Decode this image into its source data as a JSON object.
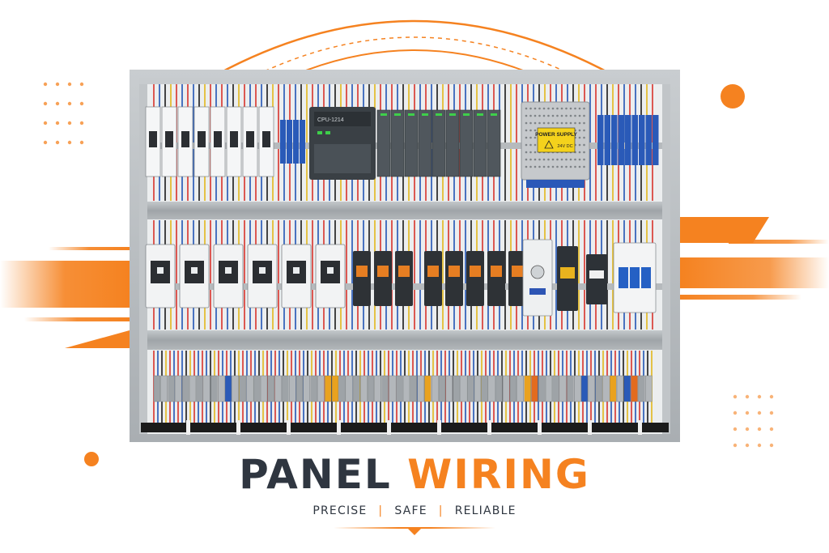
{
  "headline": {
    "word1": "PANEL",
    "word2": "WIRING"
  },
  "tagline": {
    "item1": "PRECISE",
    "item2": "SAFE",
    "item3": "RELIABLE",
    "separator": "|"
  },
  "labels": {
    "plc_cpu": "CPU-1214",
    "power_supply_title": "POWER SUPPLY",
    "power_supply_voltage": "24V DC"
  },
  "colors": {
    "accent": "#f58220",
    "dark_text": "#2f3640",
    "panel_back": "#eef0f1",
    "panel_frame": "#b9bec2",
    "wire_red": "#d8332b",
    "wire_blue": "#2154b4",
    "wire_black": "#1a1a1a",
    "wire_yellow": "#e2b81c"
  },
  "modules": {
    "top_breakers": 8,
    "plc_io_cards": 9,
    "top_terminal_blocks": 9,
    "contactors": 6,
    "relays": 8,
    "bottom_terminals": 70
  }
}
